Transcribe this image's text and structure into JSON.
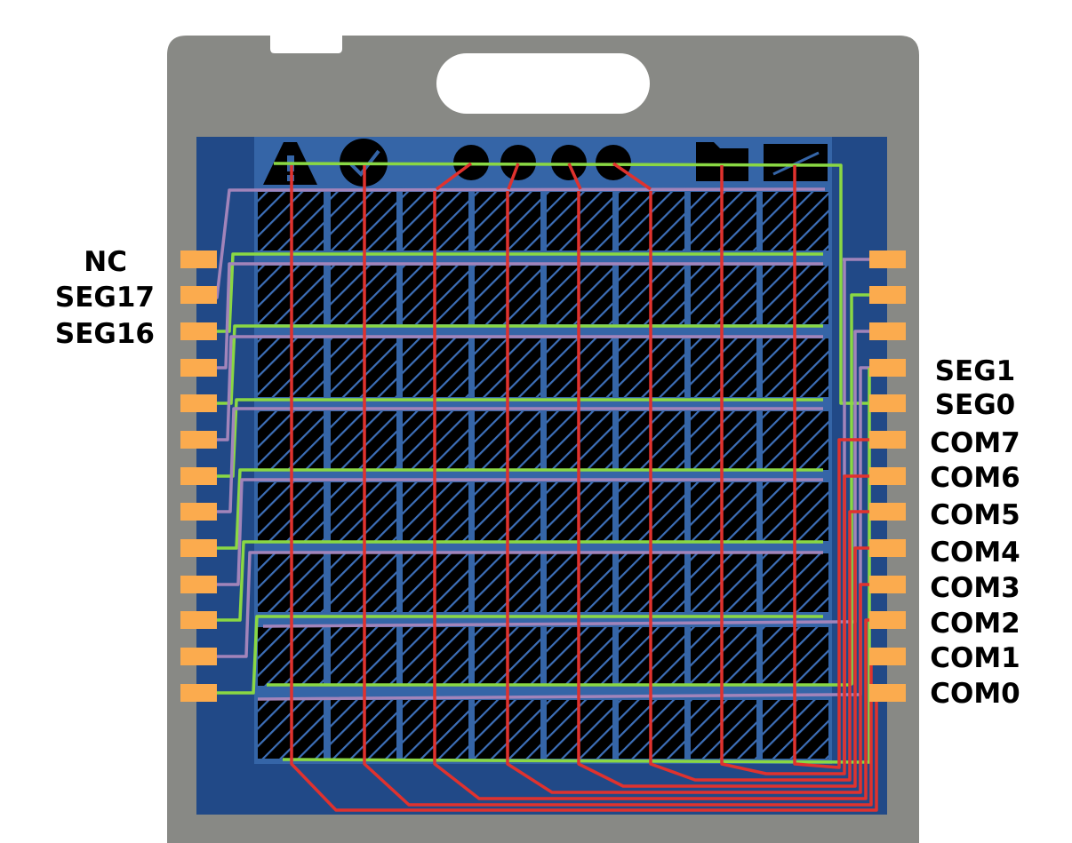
{
  "labels": {
    "left": [
      "NC",
      "SEG17",
      "SEG16"
    ],
    "right": [
      "SEG1",
      "SEG0",
      "COM7",
      "COM6",
      "COM5",
      "COM4",
      "COM3",
      "COM2",
      "COM1",
      "COM0"
    ]
  },
  "icons": [
    "warning-icon",
    "check-circle-icon",
    "dot-icon",
    "dot-icon",
    "dot-icon",
    "dot-icon",
    "folder-icon",
    "battery-icon"
  ],
  "colors": {
    "body": "#888985",
    "glass_border": "#214987",
    "glass_panel": "#3565a7",
    "cell": "#000000",
    "pin": "#fbab4e",
    "com_trace": "#e0322e",
    "seg_even_trace": "#8ad843",
    "seg_odd_trace": "#a284ba"
  }
}
